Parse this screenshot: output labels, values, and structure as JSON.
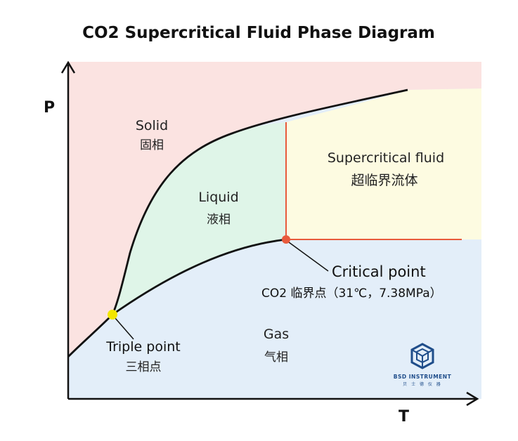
{
  "title": "CO2 Supercritical Fluid Phase Diagram",
  "axes": {
    "y_label": "P",
    "x_label": "T"
  },
  "regions": {
    "solid": {
      "label_en": "Solid",
      "label_cn": "固相",
      "color": "#fbe3e1"
    },
    "liquid": {
      "label_en": "Liquid",
      "label_cn": "液相",
      "color": "#dff5e8"
    },
    "supercritical": {
      "label_en": "Supercritical fluid",
      "label_cn": "超临界流体",
      "color": "#fdfbe1"
    },
    "gas": {
      "label_en": "Gas",
      "label_cn": "气相",
      "color": "#e3eef9"
    }
  },
  "points": {
    "triple": {
      "label_en": "Triple point",
      "label_cn": "三相点",
      "color": "#f2e600"
    },
    "critical": {
      "label_en": "Critical point",
      "label_cn": "CO2 临界点（31℃，7.38MPa）",
      "color": "#e85a3c"
    }
  },
  "colors": {
    "phase_boundary": "#111111",
    "supercritical_boundary": "#e85a3c",
    "axis": "#111111"
  },
  "logo": {
    "name": "BSD INSTRUMENT",
    "subtitle": "贝 士 德 仪 器",
    "icon": "bsd-cube-logo-icon",
    "color": "#1f4d8a"
  }
}
